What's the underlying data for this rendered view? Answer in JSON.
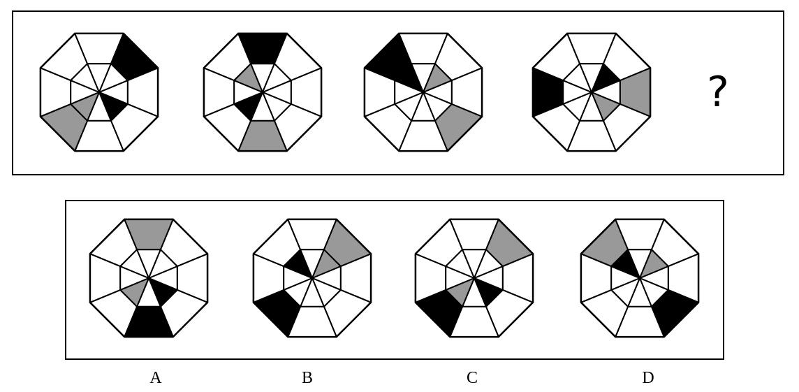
{
  "question": {
    "placeholder_symbol": "?",
    "figures": [
      {
        "id": "q1",
        "outer_black": [
          "NE"
        ],
        "outer_gray": [
          "SW"
        ],
        "inner_black": [
          "SE"
        ],
        "inner_gray": [
          "SW"
        ]
      },
      {
        "id": "q2",
        "outer_black": [
          "N"
        ],
        "outer_gray": [
          "S"
        ],
        "inner_black": [
          "SW"
        ],
        "inner_gray": [
          "NW"
        ]
      },
      {
        "id": "q3",
        "outer_black": [
          "NW"
        ],
        "outer_gray": [
          "SE"
        ],
        "inner_black": [
          "NW"
        ],
        "inner_gray": [
          "NE"
        ]
      },
      {
        "id": "q4",
        "outer_black": [
          "W"
        ],
        "outer_gray": [
          "E"
        ],
        "inner_black": [
          "NE"
        ],
        "inner_gray": [
          "SE"
        ]
      }
    ]
  },
  "options": [
    {
      "label": "A",
      "outer_black": [
        "S"
      ],
      "outer_gray": [
        "N"
      ],
      "inner_black": [
        "SE"
      ],
      "inner_gray": [
        "SW"
      ]
    },
    {
      "label": "B",
      "outer_black": [
        "SW"
      ],
      "outer_gray": [
        "NE"
      ],
      "inner_black": [
        "NW"
      ],
      "inner_gray": [
        "NE"
      ]
    },
    {
      "label": "C",
      "outer_black": [
        "SW"
      ],
      "outer_gray": [
        "NE"
      ],
      "inner_black": [
        "SE"
      ],
      "inner_gray": [
        "SW"
      ]
    },
    {
      "label": "D",
      "outer_black": [
        "SE"
      ],
      "outer_gray": [
        "NW"
      ],
      "inner_black": [
        "NW"
      ],
      "inner_gray": [
        "NE"
      ]
    }
  ],
  "colors": {
    "black": "#000000",
    "gray": "#999999",
    "white": "#ffffff",
    "line": "#000000"
  }
}
